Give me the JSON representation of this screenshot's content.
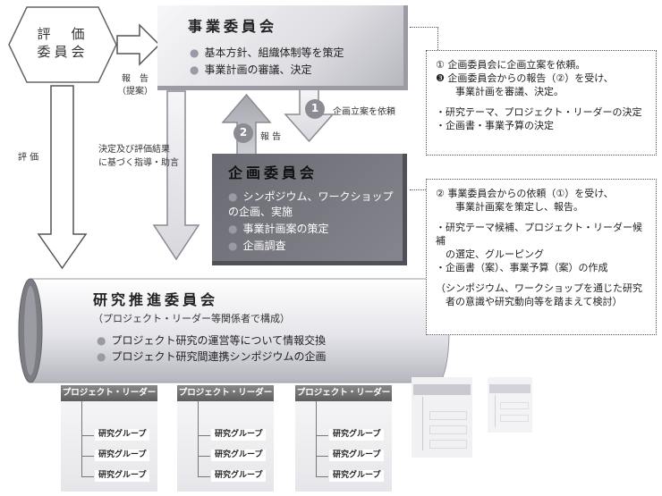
{
  "evaluation_committee": "評　価\n委員会",
  "report_label": "報　告\n（提案）",
  "evaluation_label": "評 価",
  "guidance_label": "決定及び評価結果\nに基づく指導・助言",
  "executive": {
    "title": "事業委員会",
    "items": [
      "基本方針、組織体制等を策定",
      "事業計画の審議、決定"
    ]
  },
  "planning": {
    "title": "企画委員会",
    "items": [
      "シンポジウム、ワークショップの企画、実施",
      "事業計画案の策定",
      "企画調査"
    ]
  },
  "research": {
    "title": "研究推進委員会",
    "subtitle": "（プロジェクト・リーダー等関係者で構成）",
    "items": [
      "プロジェクト研究の運営等について情報交換",
      "プロジェクト研究間連携シンポジウムの企画"
    ]
  },
  "arrow1": {
    "num": "1",
    "label": "企画立案を依頼"
  },
  "arrow2": {
    "num": "2",
    "label": "報 告"
  },
  "note1": {
    "lines": [
      "① 企画委員会に企画立案を依頼。",
      "❸ 企画委員会からの報告（②）を受け、",
      "　　事業計画を審議、決定。",
      "",
      "・研究テーマ、プロジェクト・リーダーの決定",
      "・企画書・事業予算の決定"
    ]
  },
  "note2": {
    "lines": [
      "② 事業委員会からの依頼（①）を受け、",
      "　　事業計画案を策定し、報告。",
      "",
      "・研究テーマ候補、プロジェクト・リーダー候補",
      "　の選定、グルーピング",
      "・企画書（案）、事業予算（案）の作成",
      "",
      "（シンポジウム、ワークショップを通じた研究",
      "　者の意識や研究動向等を踏まえて検討）"
    ]
  },
  "project_leader_label": "プロジェクト・リーダー",
  "group_label": "研究グループ",
  "colors": {
    "panel_dark": "#6f6f76",
    "panel_light": "#eeeef2",
    "arrow_fill": "#ffffff",
    "accent_gray": "#8b8b93"
  }
}
